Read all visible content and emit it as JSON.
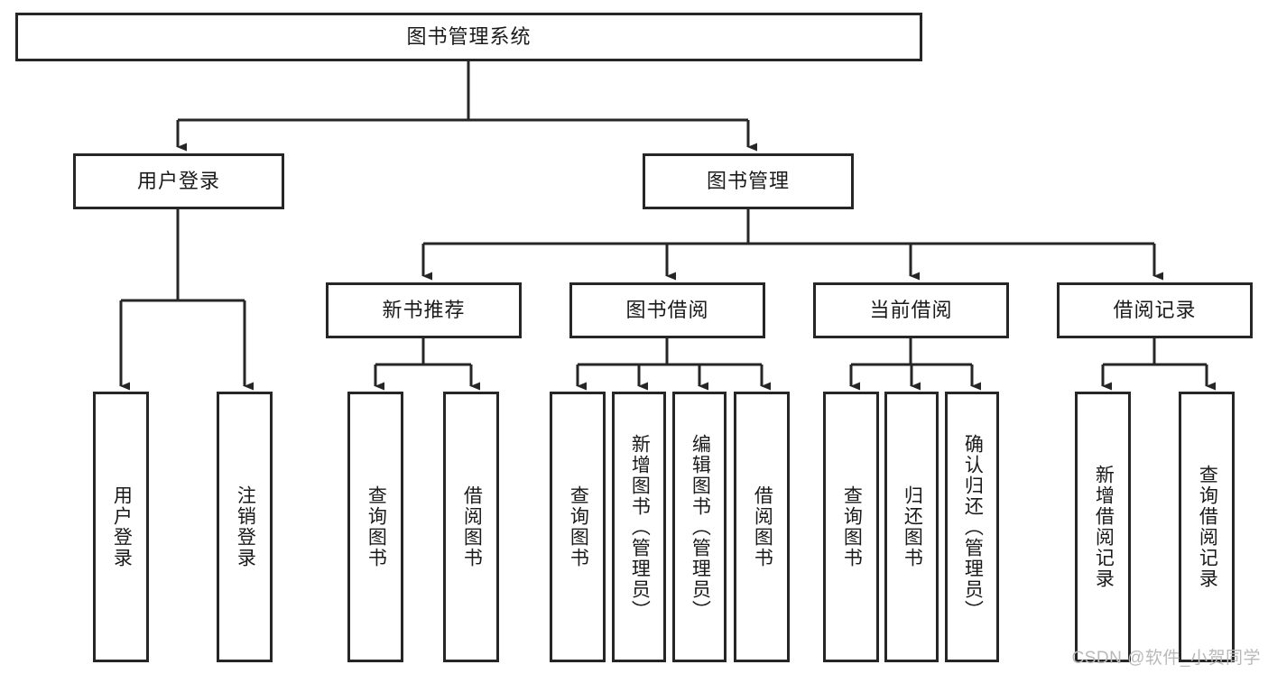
{
  "diagram": {
    "type": "tree",
    "title": "图书管理系统",
    "watermark": "CSDN @软件_小贺同学",
    "colors": {
      "stroke": "#262626",
      "box_fill": "#ffffff",
      "text": "#1a1a1a",
      "watermark": "#b9b9b9",
      "background": "#ffffff"
    },
    "root": {
      "label": "图书管理系统"
    },
    "level2": [
      {
        "id": "user-login",
        "label": "用户登录"
      },
      {
        "id": "book-management",
        "label": "图书管理"
      }
    ],
    "level3": [
      {
        "id": "new-book-recommend",
        "label": "新书推荐",
        "parent": "book-management"
      },
      {
        "id": "book-borrow",
        "label": "图书借阅",
        "parent": "book-management"
      },
      {
        "id": "current-borrow",
        "label": "当前借阅",
        "parent": "book-management"
      },
      {
        "id": "borrow-record",
        "label": "借阅记录",
        "parent": "book-management"
      }
    ],
    "leaves": {
      "user-login": [
        {
          "id": "leaf-user-login",
          "label": "用户登录"
        },
        {
          "id": "leaf-user-logout",
          "label": "注销登录"
        }
      ],
      "new-book-recommend": [
        {
          "id": "leaf-query-book-1",
          "label": "查询图书"
        },
        {
          "id": "leaf-borrow-book-1",
          "label": "借阅图书"
        }
      ],
      "book-borrow": [
        {
          "id": "leaf-query-book-2",
          "label": "查询图书"
        },
        {
          "id": "leaf-add-book",
          "label": "新增图书（管理员）"
        },
        {
          "id": "leaf-edit-book",
          "label": "编辑图书（管理员）"
        },
        {
          "id": "leaf-borrow-book-2",
          "label": "借阅图书"
        }
      ],
      "current-borrow": [
        {
          "id": "leaf-query-book-3",
          "label": "查询图书"
        },
        {
          "id": "leaf-return-book",
          "label": "归还图书"
        },
        {
          "id": "leaf-confirm-return",
          "label": "确认归还（管理员）"
        }
      ],
      "borrow-record": [
        {
          "id": "leaf-add-record",
          "label": "新增借阅记录"
        },
        {
          "id": "leaf-query-record",
          "label": "查询借阅记录"
        }
      ]
    }
  }
}
